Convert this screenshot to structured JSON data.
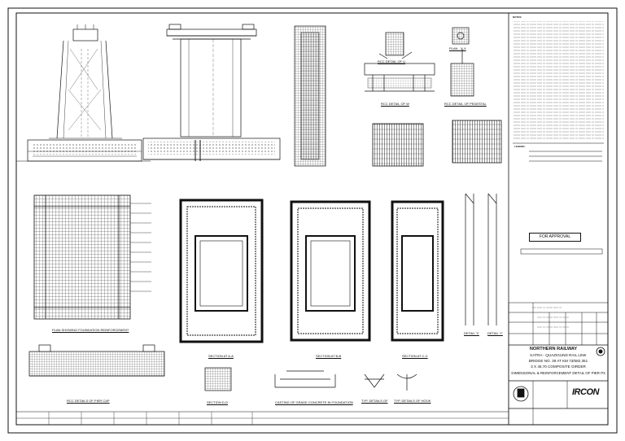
{
  "notes": {
    "heading": "NOTES:"
  },
  "legend": {
    "heading": "LEGEND:"
  },
  "approval": {
    "stamp": "FOR APPROVAL"
  },
  "views": {
    "rcc_detail_u": "RCC DETAIL OF U",
    "plan_x": "PLAN - X-X",
    "rcc_detail_w": "RCC DETAIL OF W",
    "rcc_detail_pedestal": "RCC DETAIL OF PEDESTAL",
    "foundation_plan": "PLAN SHOWING FOUNDATION REINFORCEMENT",
    "pier_cap": "RCC DETAILS OF PIER CAP",
    "section_a": "SECTION AT A-A",
    "section_b": "SECTION AT B-B",
    "section_c": "SECTION AT C-C",
    "detail_x": "DETAIL 'X'",
    "detail_y": "DETAIL 'Y'",
    "section_dd": "SECTION D-D",
    "casting": "CASTING OF GRADE CONCRETE IN FOUNDATION",
    "typ_detail_a": "TYP. DETAILS OF",
    "typ_detail_b": "TYP. DETAILS OF HOOK"
  },
  "title_block": {
    "client": "NORTHERN RAILWAY",
    "line1": "KATRA - QUAZIGUND RAIL LINK",
    "line2": "BRIDGE NO. 39 AT KM 73/582.351",
    "line3": "3 X 45.70 COMPOSITE GIRDER",
    "line4": "DIMENSIONAL & REINFORCEMENT DETAIL OF PIER P3",
    "logo": "IRCON"
  }
}
